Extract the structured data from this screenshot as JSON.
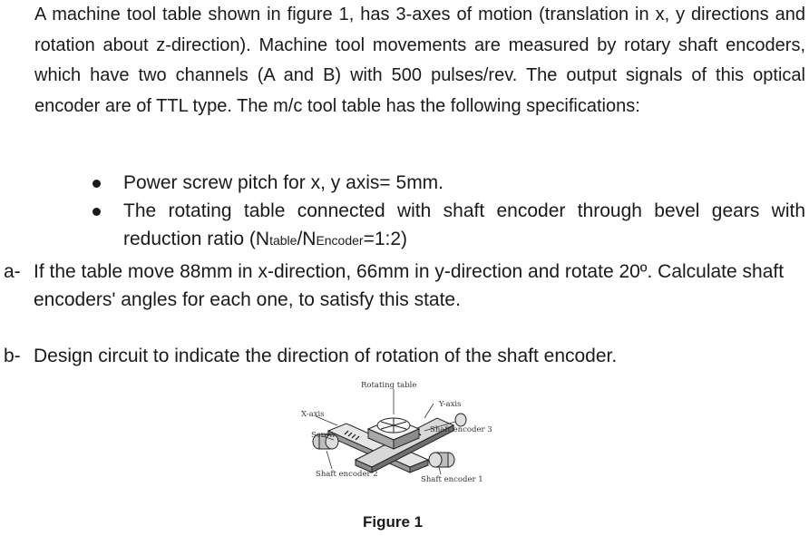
{
  "intro": "A machine tool table shown in figure 1, has 3-axes of motion (translation in x, y directions and rotation about z-direction). Machine tool movements are measured by rotary shaft encoders, which have two channels (A and B) with 500 pulses/rev. The output signals of this optical encoder are of TTL type. The m/c tool table has the following specifications:",
  "bullets": {
    "b1": "Power screw pitch for x, y axis= 5mm.",
    "b2_main": "The rotating table connected with shaft encoder through bevel gears with reduction ratio (N",
    "b2_sub1": "table",
    "b2_mid": "/N",
    "b2_sub2": "Encoder",
    "b2_end": "=1:2)"
  },
  "questions": {
    "a_marker": "a-",
    "a_text": "If the table move 88mm in x-direction, 66mm in y-direction and rotate 20º. Calculate shaft encoders' angles for each one, to satisfy this state.",
    "b_marker": "b-",
    "b_text": "Design circuit to indicate the direction of rotation of the shaft encoder."
  },
  "figure": {
    "rotating_table": "Rotating table",
    "x_axis": "X-axis",
    "y_axis": "Y-axis",
    "screw": "Screw",
    "shaft_encoder_3": "Shaft encoder 3",
    "shaft_encoder_2": "Shaft encoder 2",
    "shaft_encoder_1": "Shaft encoder 1",
    "caption": "Figure 1"
  }
}
